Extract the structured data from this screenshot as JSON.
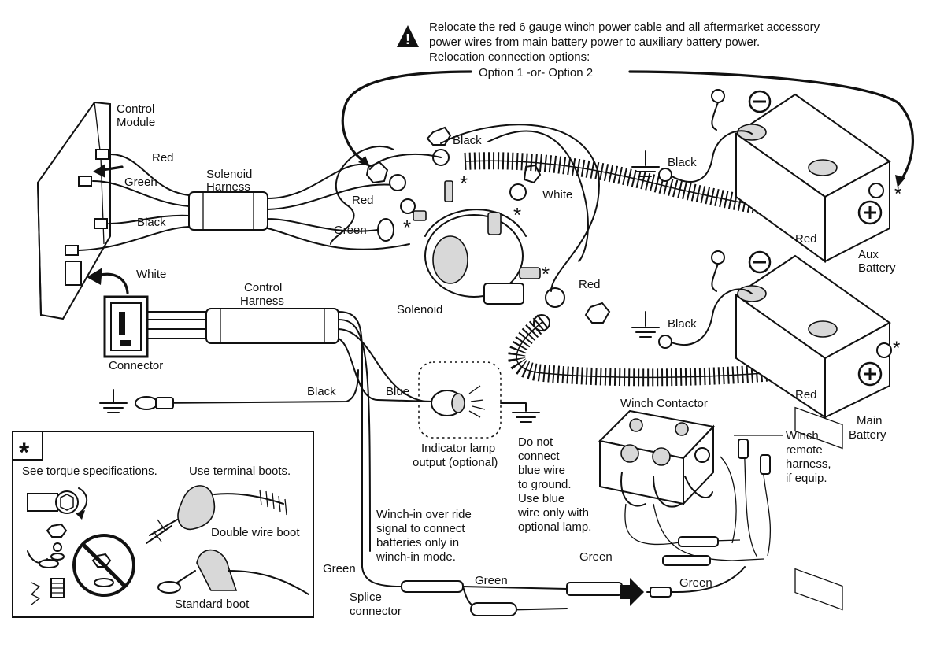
{
  "warning": {
    "line1": "Relocate the red 6 gauge winch power cable and all aftermarket accessory",
    "line2": "power wires from main battery power to auxiliary battery power.",
    "line3": "Relocation connection options:",
    "options": "Option 1 -or- Option 2"
  },
  "labels": {
    "control_module": [
      "Control",
      "Module"
    ],
    "solenoid_harness": [
      "Solenoid",
      "Harness"
    ],
    "control_harness": [
      "Control",
      "Harness"
    ],
    "connector": "Connector",
    "solenoid": "Solenoid",
    "aux_battery": [
      "Aux",
      "Battery"
    ],
    "main_battery": [
      "Main",
      "Battery"
    ],
    "winch_contactor": "Winch Contactor",
    "winch_remote": [
      "Winch",
      "remote",
      "harness,",
      "if equip."
    ],
    "indicator_lamp": [
      "Indicator lamp",
      "output (optional)"
    ],
    "do_not_connect": [
      "Do not",
      "connect",
      "blue wire",
      "to ground.",
      "Use blue",
      "wire only with",
      "optional lamp."
    ],
    "winch_in": [
      "Winch-in over ride",
      "signal to connect",
      "batteries only in",
      "winch-in mode."
    ],
    "splice_connector": [
      "Splice",
      "connector"
    ]
  },
  "wires": {
    "red": "Red",
    "green": "Green",
    "black": "Black",
    "white": "White",
    "blue": "Blue"
  },
  "symbols": {
    "star": "*",
    "minus": "−",
    "plus": "+",
    "warning": "!"
  },
  "inset": {
    "torque": "See torque specifications.",
    "boots": "Use terminal boots.",
    "double_boot": "Double wire boot",
    "standard_boot": "Standard boot"
  }
}
